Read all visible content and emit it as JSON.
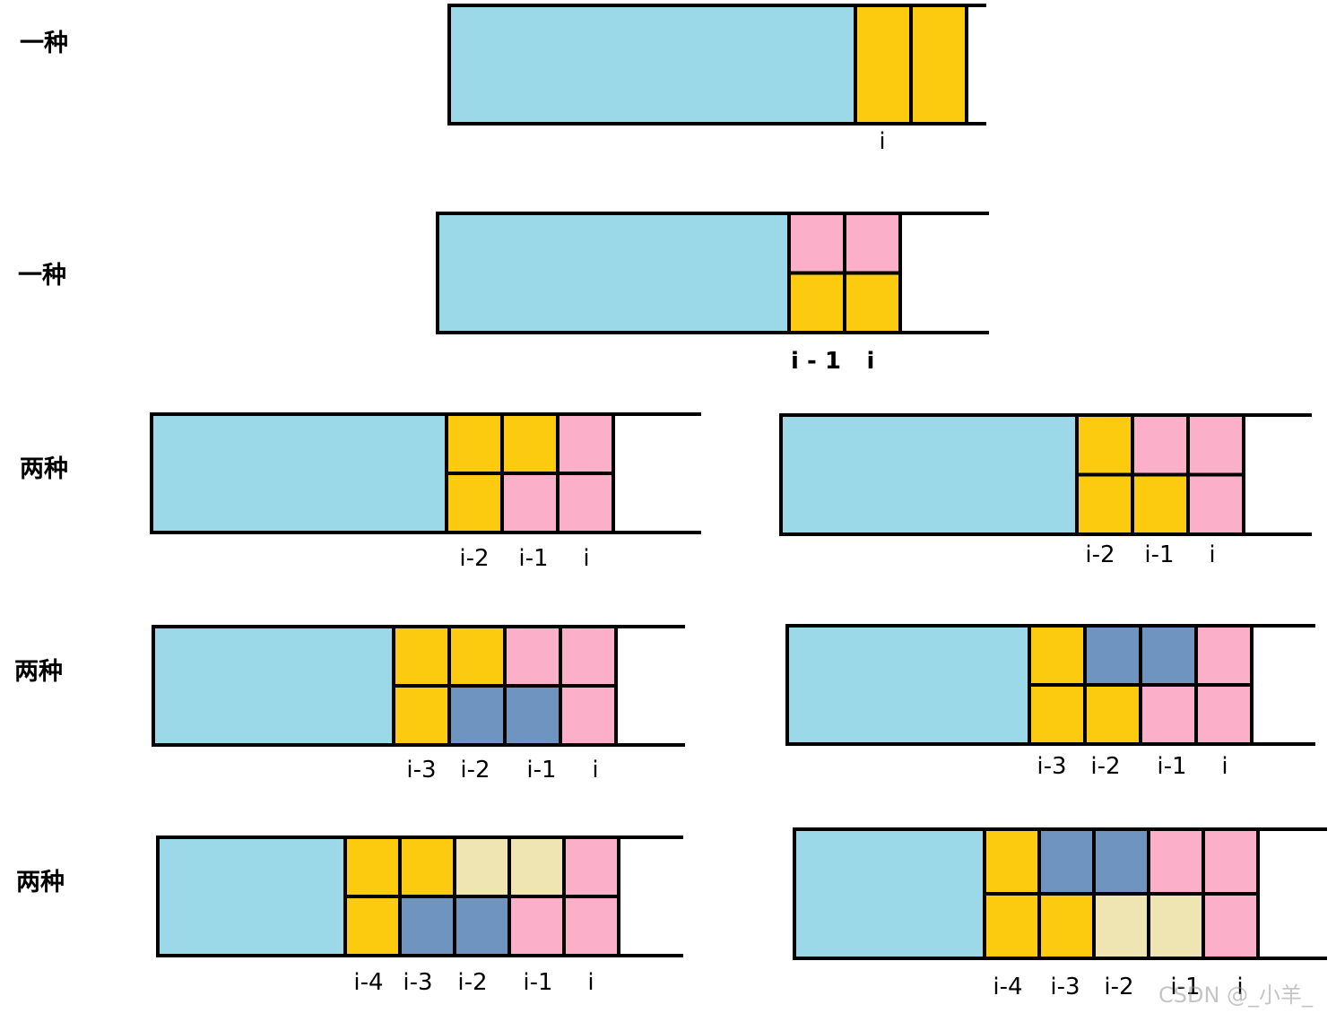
{
  "palette": {
    "blue": "#9cd9e8",
    "yellow": "#fcca0e",
    "pink": "#fbafc9",
    "steel": "#6f94bf",
    "khaki": "#efe5b3",
    "stroke": "#000000"
  },
  "rows": [
    {
      "label": "一种",
      "panels": [
        {
          "tiles": [
            [
              [
                "yellow",
                "yellow"
              ]
            ]
          ],
          "labels": [
            "i"
          ]
        }
      ]
    },
    {
      "label": "一种",
      "panels": [
        {
          "tiles": [
            [
              [
                "pink",
                "pink"
              ],
              [
                "yellow",
                "yellow"
              ]
            ]
          ],
          "labels": [
            "i - 1",
            "i"
          ]
        }
      ]
    },
    {
      "label": "两种",
      "panels": [
        {
          "tiles": [
            [
              [
                "yellow",
                "yellow",
                "pink"
              ],
              [
                "yellow",
                "pink",
                "pink"
              ]
            ]
          ],
          "labels": [
            "i-2",
            "i-1",
            "i"
          ]
        },
        {
          "tiles": [
            [
              [
                "yellow",
                "pink",
                "pink"
              ],
              [
                "yellow",
                "yellow",
                "pink"
              ]
            ]
          ],
          "labels": [
            "i-2",
            "i-1",
            "i"
          ]
        }
      ]
    },
    {
      "label": "两种",
      "panels": [
        {
          "tiles": [
            [
              [
                "yellow",
                "yellow",
                "pink",
                "pink"
              ],
              [
                "yellow",
                "steel",
                "steel",
                "pink"
              ]
            ]
          ],
          "labels": [
            "i-3",
            "i-2",
            "i-1",
            "i"
          ]
        },
        {
          "tiles": [
            [
              [
                "yellow",
                "steel",
                "steel",
                "pink"
              ],
              [
                "yellow",
                "yellow",
                "pink",
                "pink"
              ]
            ]
          ],
          "labels": [
            "i-3",
            "i-2",
            "i-1",
            "i"
          ]
        }
      ]
    },
    {
      "label": "两种",
      "panels": [
        {
          "tiles": [
            [
              [
                "yellow",
                "yellow",
                "khaki",
                "khaki",
                "pink"
              ],
              [
                "yellow",
                "steel",
                "steel",
                "pink",
                "pink"
              ]
            ]
          ],
          "labels": [
            "i-4",
            "i-3",
            "i-2",
            "i-1",
            "i"
          ]
        },
        {
          "tiles": [
            [
              [
                "yellow",
                "steel",
                "steel",
                "pink",
                "pink"
              ],
              [
                "yellow",
                "yellow",
                "khaki",
                "khaki",
                "pink"
              ]
            ]
          ],
          "labels": [
            "i-4",
            "i-3",
            "i-2",
            "i-1",
            "i"
          ]
        }
      ]
    }
  ],
  "watermark": "CSDN @_小羊_"
}
